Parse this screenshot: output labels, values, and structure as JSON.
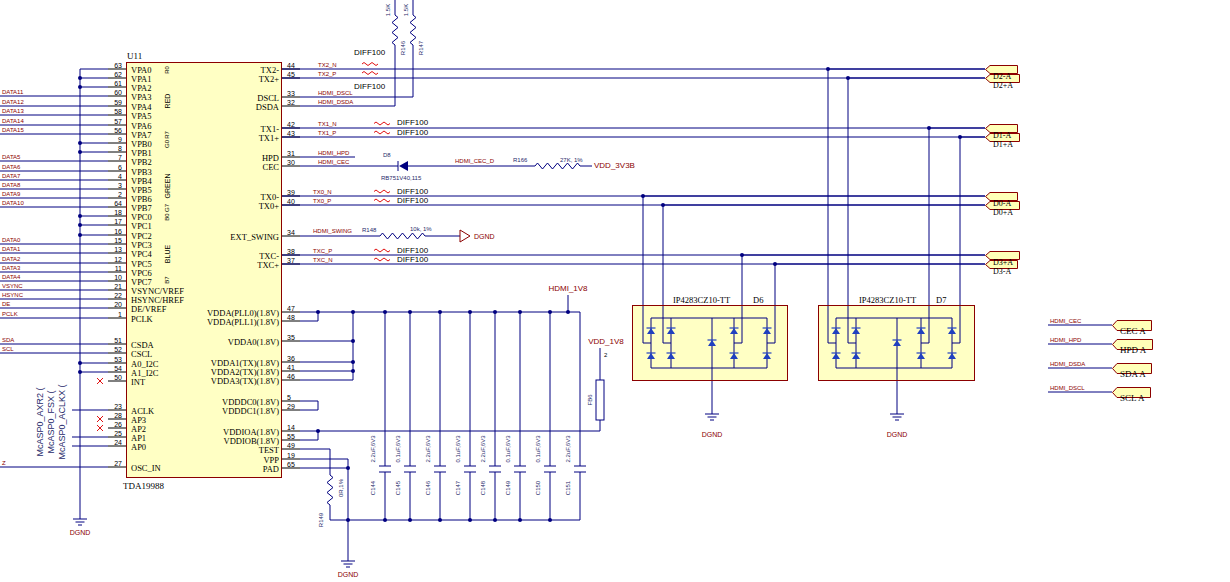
{
  "diagram": {
    "nodes": [
      {
        "text": [
          "U11",
          "TDA19988",
          "VPA0",
          "VPA1",
          "VPA2",
          "VPA3",
          "VPA4",
          "VPA5",
          "VPA6",
          "VPA7",
          "VPB0",
          "VPB1",
          "VPB2",
          "VPB3",
          "VPB4",
          "VPB5",
          "VPB6",
          "VPB7",
          "VPC0",
          "VPC1",
          "VPC2",
          "VPC3",
          "VPC4",
          "VPC5",
          "VPC6",
          "VPC7",
          "VSYNC/VREF",
          "HSYNC/HREF",
          "DE/VREF",
          "PCLK",
          "CSDA",
          "CSCL",
          "A0_I2C",
          "A1_I2C",
          "INT",
          "ACLK",
          "AP3",
          "AP2",
          "AP1",
          "AP0",
          "OSC_IN",
          "TX2-",
          "TX2+",
          "DSCL",
          "DSDA",
          "TX1-",
          "TX1+",
          "HPD",
          "CEC",
          "TX0-",
          "TX0+",
          "EXT_SWING",
          "TXC-",
          "TXC+",
          "VDDA(PLL0)(1.8V)",
          "VDDA(PLL1)(1.8V)",
          "VDDA0(1.8V)",
          "VDDA1(TX)(1.8V)",
          "VDDA2(TX)(1.8V)",
          "VDDA3(TX)(1.8V)",
          "VDDDC0(1.8V)",
          "VDDDC1(1.8V)",
          "VDDIOA(1.8V)",
          "VDDIOB(1.8V)",
          "TEST",
          "VPP",
          "PAD",
          "RED",
          "GREEN",
          "BLUE",
          "R0",
          "R7",
          "G0",
          "G7",
          "B0",
          "B7"
        ]
      },
      {
        "text": [
          "D2-A"
        ]
      },
      {
        "text": [
          "D2+A"
        ]
      },
      {
        "text": [
          "D1-A"
        ]
      },
      {
        "text": [
          "D1+A"
        ]
      },
      {
        "text": [
          "D0-A"
        ]
      },
      {
        "text": [
          "D0+A"
        ]
      },
      {
        "text": [
          "D3+A"
        ]
      },
      {
        "text": [
          "D3-A"
        ]
      },
      {
        "text": [
          "IP4283CZ10-TT",
          "D6"
        ]
      },
      {
        "text": [
          "IP4283CZ10-TT",
          "D7"
        ]
      },
      {
        "text": [
          "CEC A"
        ]
      },
      {
        "text": [
          "HPD A"
        ]
      },
      {
        "text": [
          "SDA A"
        ]
      },
      {
        "text": [
          "SCL A"
        ]
      }
    ],
    "edges": [
      {
        "from": 0,
        "to": 1,
        "arrow": "none"
      },
      {
        "from": 0,
        "to": 2,
        "arrow": "none"
      },
      {
        "from": 0,
        "to": 3,
        "arrow": "none"
      },
      {
        "from": 0,
        "to": 4,
        "arrow": "none"
      },
      {
        "from": 0,
        "to": 5,
        "arrow": "none"
      },
      {
        "from": 0,
        "to": 6,
        "arrow": "none"
      },
      {
        "from": 0,
        "to": 7,
        "arrow": "none"
      },
      {
        "from": 0,
        "to": 8,
        "arrow": "none"
      },
      {
        "from": 9,
        "to": 5,
        "arrow": "none"
      },
      {
        "from": 9,
        "to": 6,
        "arrow": "none"
      },
      {
        "from": 9,
        "to": 7,
        "arrow": "none"
      },
      {
        "from": 9,
        "to": 8,
        "arrow": "none"
      },
      {
        "from": 10,
        "to": 1,
        "arrow": "none"
      },
      {
        "from": 10,
        "to": 2,
        "arrow": "none"
      },
      {
        "from": 10,
        "to": 3,
        "arrow": "none"
      },
      {
        "from": 10,
        "to": 4,
        "arrow": "none"
      }
    ],
    "labels": [
      "63",
      "62",
      "61",
      "60",
      "59",
      "58",
      "57",
      "56",
      "9",
      "8",
      "7",
      "6",
      "4",
      "3",
      "2",
      "64",
      "18",
      "17",
      "16",
      "15",
      "13",
      "12",
      "11",
      "10",
      "21",
      "22",
      "20",
      "1",
      "51",
      "52",
      "53",
      "54",
      "50",
      "23",
      "28",
      "26",
      "25",
      "24",
      "27",
      "44",
      "45",
      "33",
      "32",
      "42",
      "43",
      "31",
      "30",
      "39",
      "40",
      "34",
      "38",
      "37",
      "47",
      "48",
      "35",
      "36",
      "41",
      "46",
      "5",
      "29",
      "14",
      "55",
      "49",
      "19",
      "65",
      "DIFF100",
      "DIFF100",
      "TX2_N",
      "TX2_P",
      "HDMI_DSCL",
      "HDMI_DSDA",
      "1.5K",
      "1.5K",
      "R146",
      "R147",
      "TX1_N",
      "TX1_P",
      "DIFF100",
      "DIFF100",
      "HDMI_HPD",
      "HDMI_CEC",
      "D8",
      "RB751V40,115",
      "HDMI_CEC_D",
      "R166",
      "27K, 1%",
      "VDD_3V3B",
      "TX0_N",
      "TX0_P",
      "DIFF100",
      "DIFF100",
      "HDMI_SWING",
      "R148",
      "10k, 1%",
      "DGND",
      "TXC_P",
      "TXC_N",
      "DIFF100",
      "DIFF100",
      "HDMI_1V8",
      "VDD_1V8",
      "2",
      "FB6",
      "C144",
      "C145",
      "C146",
      "C147",
      "C148",
      "C149",
      "C150",
      "C151",
      "2.2uF,6V3",
      "0.1uF,6V3",
      "2.2uF,6V3",
      "0.1uF,6V3",
      "2.2uF,6V3",
      "0.1uF,6V3",
      "0.1uF,6V3",
      "2.2uF,6V3",
      "R149",
      "0R,1%",
      "DGND",
      "DGND",
      "DGND",
      "DGND",
      "DATA11",
      "DATA12",
      "DATA13",
      "DATA14",
      "DATA15",
      "DATA5",
      "DATA6",
      "DATA7",
      "DATA8",
      "DATA9",
      "DATA10",
      "DATA0",
      "DATA1",
      "DATA2",
      "DATA3",
      "DATA4",
      "VSYNC",
      "HSYNC",
      "DE",
      "PCLK",
      "SDA",
      "SCL",
      "Z",
      "McASP0_ACLKX (",
      "McASP0_AXR2 (",
      "McASP0_FSX (",
      "HDMI_CEC",
      "HDMI_HPD",
      "HDMI_DSDA",
      "HDMI_DSCL"
    ]
  }
}
